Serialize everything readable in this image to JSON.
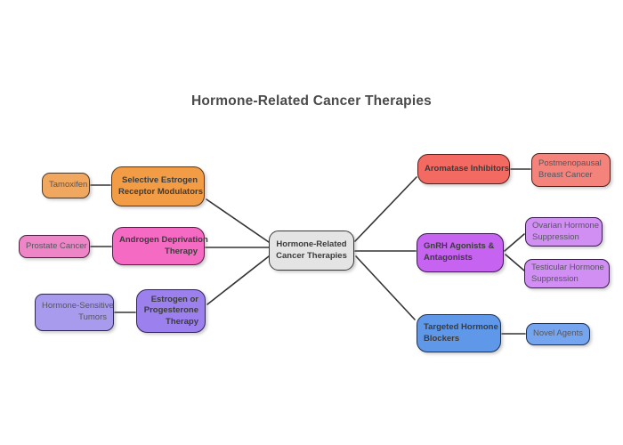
{
  "title": "Hormone-Related Cancer Therapies",
  "diagram_type": "mindmap",
  "colors": {
    "background": "#ffffff",
    "edge": "#333333",
    "title_text": "#4a4a4a",
    "main_text": "#3b3b3b",
    "leaf_text": "#55555d"
  },
  "nodes": {
    "center": {
      "label": "Hormone-Related\nCancer Therapies",
      "fill": "#E4E4E4",
      "border": "#3A3A3A"
    },
    "serm": {
      "label": "Selective Estrogen\nReceptor Modulators",
      "fill": "#F29D45",
      "border": "#4E3A24"
    },
    "tamoxifen": {
      "label": "Tamoxifen",
      "fill": "#F0A75F",
      "border": "#4E3A24"
    },
    "androgen": {
      "label": "Androgen Deprivation\nTherapy",
      "fill": "#F56BC3",
      "border": "#4C2145"
    },
    "prostate": {
      "label": "Prostate Cancer",
      "fill": "#EE85C6",
      "border": "#4C2145"
    },
    "estrogen": {
      "label": "Estrogen or\nProgesterone\nTherapy",
      "fill": "#9C80EE",
      "border": "#2E2852"
    },
    "hstumors": {
      "label": "Hormone-Sensitive\nTumors",
      "fill": "#A89BED",
      "border": "#2E2852"
    },
    "aromatase": {
      "label": "Aromatase Inhibitors",
      "fill": "#F26A61",
      "border": "#4E211D"
    },
    "postmeno": {
      "label": "Postmenopausal\nBreast Cancer",
      "fill": "#F3837B",
      "border": "#4E211D"
    },
    "gnrh": {
      "label": "GnRH Agonists &\nAntagonists",
      "fill": "#C763F1",
      "border": "#3B1B50"
    },
    "ovarian": {
      "label": "Ovarian Hormone\nSuppression",
      "fill": "#D18FF4",
      "border": "#3B1B50"
    },
    "testicular": {
      "label": "Testicular Hormone\nSuppression",
      "fill": "#D18FF4",
      "border": "#3B1B50"
    },
    "targeted": {
      "label": "Targeted Hormone\nBlockers",
      "fill": "#5F98E9",
      "border": "#1D3150"
    },
    "novel": {
      "label": "Novel Agents",
      "fill": "#76A5EF",
      "border": "#1D3150"
    }
  },
  "edges": [
    {
      "a": "tamoxifen",
      "b": "serm"
    },
    {
      "a": "prostate",
      "b": "androgen"
    },
    {
      "a": "hstumors",
      "b": "estrogen"
    },
    {
      "a": "serm",
      "b": "center"
    },
    {
      "a": "androgen",
      "b": "center"
    },
    {
      "a": "estrogen",
      "b": "center"
    },
    {
      "a": "center",
      "b": "aromatase"
    },
    {
      "a": "center",
      "b": "gnrh"
    },
    {
      "a": "center",
      "b": "targeted"
    },
    {
      "a": "aromatase",
      "b": "postmeno"
    },
    {
      "a": "gnrh",
      "b": "ovarian"
    },
    {
      "a": "gnrh",
      "b": "testicular"
    },
    {
      "a": "targeted",
      "b": "novel"
    }
  ]
}
